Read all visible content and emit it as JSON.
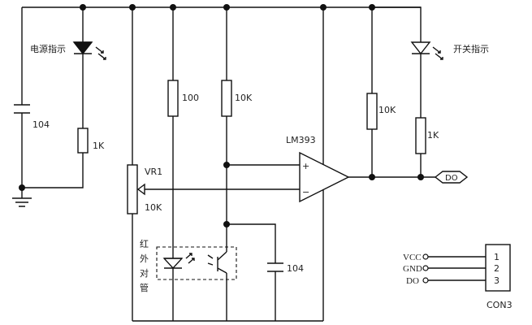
{
  "labels": {
    "power_led": "电源指示",
    "switch_led": "开关指示",
    "cap_left": "104",
    "res_left": "1K",
    "res_100": "100",
    "res_10k_mid": "10K",
    "res_10k_right": "10K",
    "res_1k_right": "1K",
    "vr_name": "VR1",
    "vr_value": "10K",
    "ic_name": "LM393",
    "plus": "+",
    "minus": "−",
    "do_port": "DO",
    "ir_pair": [
      "红",
      "外",
      "对",
      "管"
    ],
    "cap_bottom": "104",
    "con_pins": [
      "VCC",
      "GND",
      "DO"
    ],
    "con_numbers": [
      "1",
      "2",
      "3"
    ],
    "con_name": "CON3"
  }
}
